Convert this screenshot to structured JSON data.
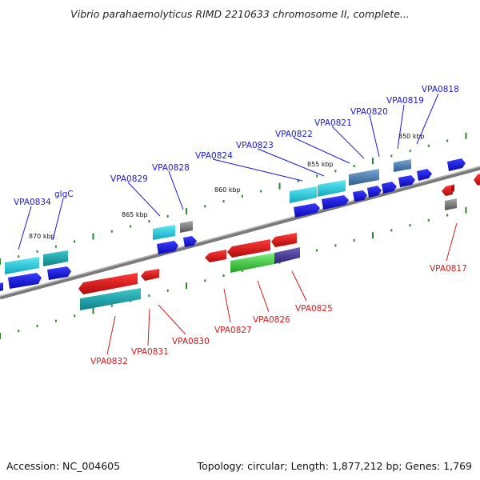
{
  "title": "Vibrio parahaemolyticus RIMD 2210633 chromosome II, complete...",
  "footer": {
    "accession": "Accession: NC_004605",
    "topology": "Topology: circular; Length: 1,877,212 bp; Genes: 1,769"
  },
  "ruler": {
    "kbp_850": "850 kbp",
    "kbp_855": "855 kbp",
    "kbp_860": "860 kbp",
    "kbp_865": "865 kbp",
    "kbp_870": "870 kbp"
  },
  "genes_top": {
    "VPA0818": "VPA0818",
    "VPA0819": "VPA0819",
    "VPA0820": "VPA0820",
    "VPA0821": "VPA0821",
    "VPA0822": "VPA0822",
    "VPA0823": "VPA0823",
    "VPA0824": "VPA0824",
    "VPA0828": "VPA0828",
    "VPA0829": "VPA0829",
    "glgC": "glgC",
    "VPA0834": "VPA0834"
  },
  "genes_bottom": {
    "VPA0817": "VPA0817",
    "VPA0825": "VPA0825",
    "VPA0826": "VPA0826",
    "VPA0827": "VPA0827",
    "VPA0830": "VPA0830",
    "VPA0831": "VPA0831",
    "VPA0832": "VPA0832"
  },
  "colors": {
    "forward_label": "#1a1adb",
    "reverse_label": "#d81a1a",
    "forward_gene": "#1010e0",
    "reverse_gene": "#e01010",
    "cyan_gene": "#19c3d6",
    "teal_gene": "#14a0a8",
    "steel_gene": "#4a7fb0",
    "green_gene": "#3cc83c",
    "purple_gene": "#4a3c9a",
    "gray_gene": "#777777",
    "backbone": "#888888",
    "tick": "#2a8a2a"
  }
}
